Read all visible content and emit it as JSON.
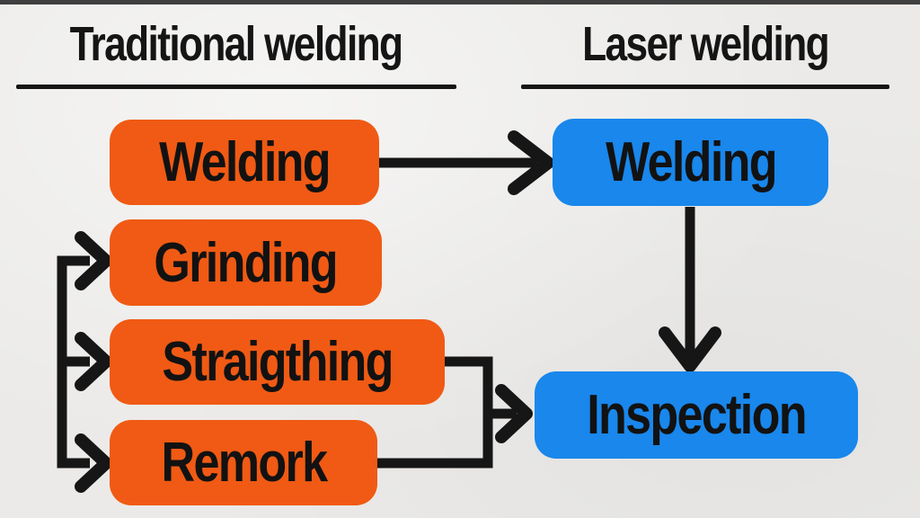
{
  "headers": {
    "traditional": "Traditional welding",
    "laser": "Laser welding"
  },
  "nodes": {
    "trad_welding": {
      "label": "Welding",
      "color": "orange"
    },
    "grinding": {
      "label": "Grinding",
      "color": "orange"
    },
    "straigthing": {
      "label": "Straigthing",
      "color": "orange"
    },
    "remork": {
      "label": "Remork",
      "color": "orange"
    },
    "laser_welding": {
      "label": "Welding",
      "color": "blue"
    },
    "inspection": {
      "label": "Inspection",
      "color": "blue"
    }
  },
  "colors": {
    "orange": "#f05a14",
    "blue": "#1987ec",
    "line": "#161616",
    "text": "#151515",
    "background": "#ebeae8",
    "top_bar": "#3f3f3f"
  },
  "edges": [
    {
      "from": "trad_welding",
      "to": "laser_welding"
    },
    {
      "from": "laser_welding",
      "to": "inspection"
    },
    {
      "from": "rework_loop",
      "to": "grinding"
    },
    {
      "from": "rework_loop",
      "to": "straigthing"
    },
    {
      "from": "rework_loop",
      "to": "remork"
    },
    {
      "from": "straigthing",
      "to": "inspection"
    },
    {
      "from": "remork",
      "to": "inspection"
    }
  ]
}
